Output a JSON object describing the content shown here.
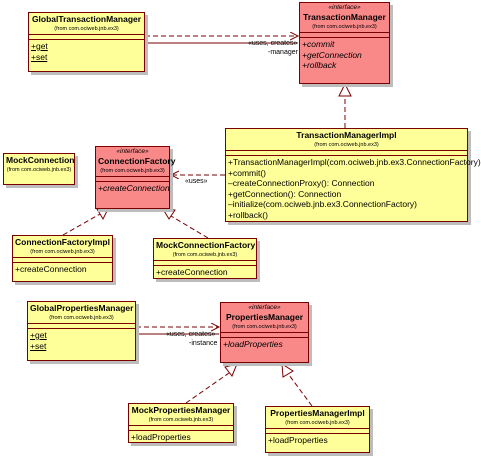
{
  "classes": {
    "global_transaction_manager": {
      "name": "GlobalTransactionManager",
      "from": "(from com.ociweb.jnb.ex3)",
      "ops": [
        "+get",
        "+set"
      ]
    },
    "transaction_manager": {
      "stereotype": "«interface»",
      "name": "TransactionManager",
      "from": "(from com.ociweb.jnb.ex3)",
      "ops": [
        "+commit",
        "+getConnection",
        "+rollback"
      ]
    },
    "transaction_manager_impl": {
      "name": "TransactionManagerImpl",
      "from": "(from com.ociweb.jnb.ex3)",
      "ops": [
        "+TransactionManagerImpl(com.ociweb.jnb.ex3.ConnectionFactory)",
        "+commit()",
        "–createConnectionProxy(): Connection",
        "+getConnection(): Connection",
        "–initialize(com.ociweb.jnb.ex3.ConnectionFactory)",
        "+rollback()"
      ]
    },
    "mock_connection": {
      "name": "MockConnection",
      "from": "(from com.ociweb.jnb.ex3)"
    },
    "connection_factory": {
      "stereotype": "«interface»",
      "name": "ConnectionFactory",
      "from": "(from com.ociweb.jnb.ex3)",
      "ops": [
        "+createConnection"
      ]
    },
    "connection_factory_impl": {
      "name": "ConnectionFactoryImpl",
      "from": "(from com.ociweb.jnb.ex3)",
      "ops": [
        "+createConnection"
      ]
    },
    "mock_connection_factory": {
      "name": "MockConnectionFactory",
      "from": "(from com.ociweb.jnb.ex3)",
      "ops": [
        "+createConnection"
      ]
    },
    "global_properties_manager": {
      "name": "GlobalPropertiesManager",
      "from": "(from com.ociweb.jnb.ex3)",
      "ops": [
        "+get",
        "+set"
      ]
    },
    "properties_manager": {
      "stereotype": "«interface»",
      "name": "PropertiesManager",
      "from": "(from com.ociweb.jnb.ex3)",
      "ops": [
        "+loadProperties"
      ]
    },
    "mock_properties_manager": {
      "name": "MockPropertiesManager",
      "from": "(from com.ociweb.jnb.ex3)",
      "ops": [
        "+loadProperties"
      ]
    },
    "properties_manager_impl": {
      "name": "PropertiesManagerImpl",
      "from": "(from com.ociweb.jnb.ex3)",
      "ops": [
        "+loadProperties"
      ]
    }
  },
  "labels": {
    "uses_creates_top": "«uses, creates»",
    "manager_role": "-manager",
    "uses_connection_factory": "«uses»",
    "uses_creates_bottom": "«uses, creates»",
    "instance_role": "-instance"
  }
}
